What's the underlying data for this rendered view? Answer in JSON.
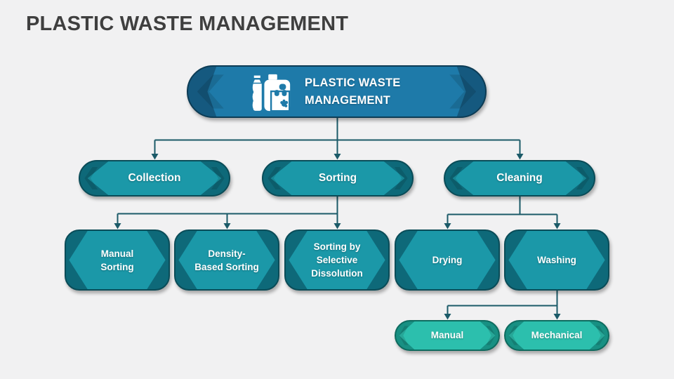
{
  "slide": {
    "title": "PLASTIC WASTE MANAGEMENT",
    "background_color": "#f1f1f2",
    "title_color": "#3f3f3f"
  },
  "colors": {
    "connector": "#1b5a68",
    "root_outer": "#15597f",
    "root_inner": "#1e7aa9",
    "branch_outer": "#0e6979",
    "branch_inner": "#1b98a8",
    "leaf_outer": "#189083",
    "leaf_inner": "#2cbfad",
    "node_text": "#ffffff"
  },
  "tree": {
    "root": {
      "line1": "PLASTIC WASTE",
      "line2": "MANAGEMENT",
      "icon": "plastic-waste-icon"
    },
    "branches": [
      {
        "label": "Collection",
        "children": []
      },
      {
        "label": "Sorting",
        "children": [
          {
            "label": "Manual Sorting"
          },
          {
            "label": "Density-Based Sorting"
          },
          {
            "label": "Sorting by Selective Dissolution"
          }
        ]
      },
      {
        "label": "Cleaning",
        "children": [
          {
            "label": "Drying"
          },
          {
            "label": "Washing",
            "children": [
              {
                "label": "Manual"
              },
              {
                "label": "Mechanical"
              }
            ]
          }
        ]
      }
    ]
  }
}
